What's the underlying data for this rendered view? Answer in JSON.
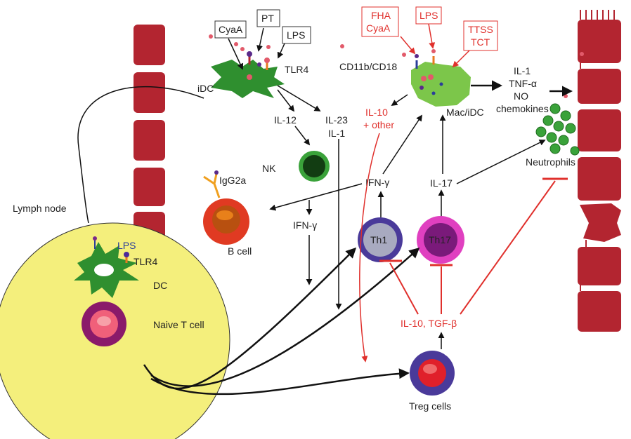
{
  "labels": {
    "cyaa_box": "CyaA",
    "pt_box": "PT",
    "lps_box": "LPS",
    "tlr4_top": "TLR4",
    "idc": "iDC",
    "il12": "IL-12",
    "il23": "IL-23",
    "il1": "IL-1",
    "nk": "NK",
    "igg2a": "IgG2a",
    "bcell": "B cell",
    "ifng_mid": "IFN-γ",
    "ifng_low": "IFN-γ",
    "il17": "IL-17",
    "th1": "Th1",
    "th17": "Th17",
    "fha": "FHA",
    "cyaa_red": "CyaA",
    "lps_red": "LPS",
    "ttss": "TTSS",
    "tct": "TCT",
    "cd11b": "CD11b/CD18",
    "macidc": "Mac/iDC",
    "il10": "IL-10",
    "other": "+ other",
    "cyt_il1": "IL-1",
    "cyt_tnf": "TNF-α",
    "cyt_no": "NO",
    "cyt_chem": "chemokines",
    "neutrophils": "Neutrophils",
    "lymph_node": "Lymph node",
    "lps_dc": "LPS",
    "tlr4_dc": "TLR4",
    "dc": "DC",
    "naive": "Naive T cell",
    "il10tgf": "IL-10, TGF-β",
    "treg": "Treg cells"
  },
  "colors": {
    "epithelium": "#b32530",
    "lymph_node": "#f4ef7c",
    "inhibition": "#e0302c",
    "dc_green": "#2f8f2f",
    "mac_green": "#7cc64a"
  }
}
